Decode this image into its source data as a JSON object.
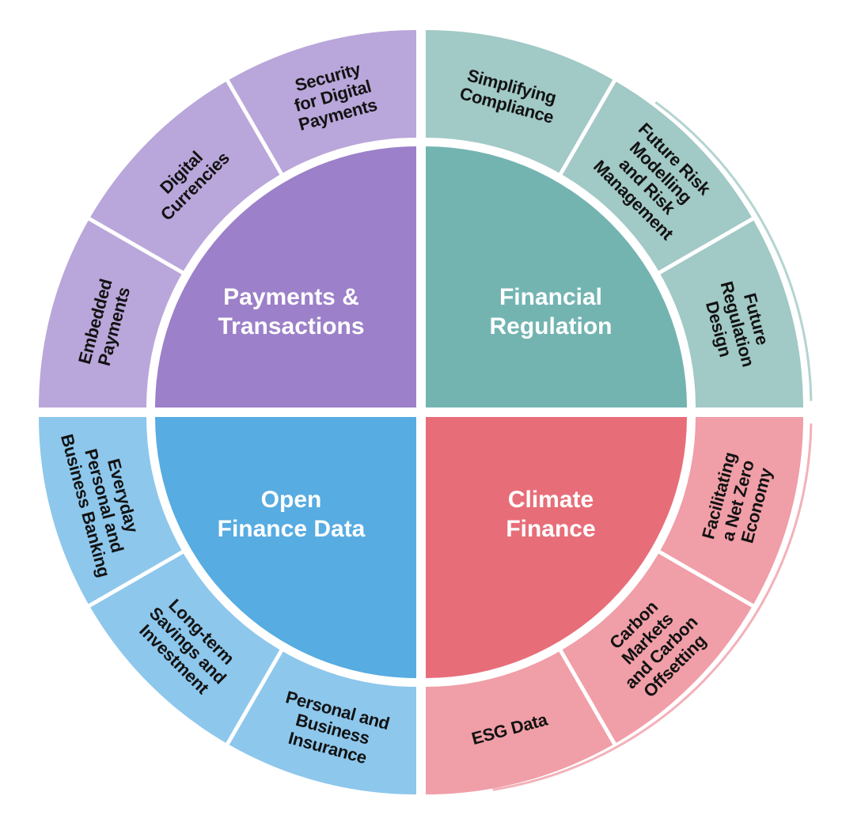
{
  "diagram": {
    "type": "quadrant-wheel",
    "background_color": "#ffffff",
    "center_label_color": "#ffffff",
    "segment_label_color": "#121212",
    "divider_color": "#ffffff",
    "quadrants": [
      {
        "id": "financial-regulation",
        "label": "Financial Regulation",
        "label_lines": [
          "Financial",
          "Regulation"
        ],
        "inner_color": "#73b4b1",
        "outer_color": "#a1c9c6",
        "start_angle": 0,
        "end_angle": 90,
        "decor_arc": [
          36,
          89
        ],
        "segments": [
          {
            "id": "simplifying-compliance",
            "label": "Simplifying Compliance",
            "label_lines": [
              "Simplifying",
              "Compliance"
            ],
            "start_angle": 0,
            "end_angle": 30
          },
          {
            "id": "future-risk-modelling-and-risk-management",
            "label": "Future Risk Modelling and Risk Management",
            "label_lines": [
              "Future Risk",
              "Modelling",
              "and Risk",
              "Management"
            ],
            "start_angle": 30,
            "end_angle": 60
          },
          {
            "id": "future-regulation-design",
            "label": "Future Regulation Design",
            "label_lines": [
              "Future",
              "Regulation",
              "Design"
            ],
            "start_angle": 60,
            "end_angle": 90
          }
        ]
      },
      {
        "id": "climate-finance",
        "label": "Climate Finance",
        "label_lines": [
          "Climate",
          "Finance"
        ],
        "inner_color": "#e76e79",
        "outer_color": "#f09ea7",
        "start_angle": 90,
        "end_angle": 180,
        "decor_arc": [
          91,
          171
        ],
        "segments": [
          {
            "id": "facilitating-a-net-zero-economy",
            "label": "Facilitating a Net Zero Economy",
            "label_lines": [
              "Facilitating",
              "a Net Zero",
              "Economy"
            ],
            "start_angle": 90,
            "end_angle": 120
          },
          {
            "id": "carbon-markets-and-carbon-offsetting",
            "label": "Carbon Markets and Carbon Offsetting",
            "label_lines": [
              "Carbon",
              "Markets",
              "and Carbon",
              "Offsetting"
            ],
            "start_angle": 120,
            "end_angle": 150
          },
          {
            "id": "esg-data",
            "label": "ESG Data",
            "label_lines": [
              "ESG Data"
            ],
            "start_angle": 150,
            "end_angle": 180
          }
        ]
      },
      {
        "id": "open-finance-data",
        "label": "Open Finance Data",
        "label_lines": [
          "Open",
          "Finance Data"
        ],
        "inner_color": "#57ace1",
        "outer_color": "#8dc7ec",
        "start_angle": 180,
        "end_angle": 270,
        "decor_arc": null,
        "segments": [
          {
            "id": "personal-and-business-insurance",
            "label": "Personal and Business Insurance",
            "label_lines": [
              "Personal and",
              "Business",
              "Insurance"
            ],
            "start_angle": 180,
            "end_angle": 210
          },
          {
            "id": "long-term-savings-and-investment",
            "label": "Long-term Savings and Investment",
            "label_lines": [
              "Long-term",
              "Savings and",
              "Investment"
            ],
            "start_angle": 210,
            "end_angle": 240
          },
          {
            "id": "everyday-personal-and-business-banking",
            "label": "Everyday Personal and Business Banking",
            "label_lines": [
              "Everyday",
              "Personal and",
              "Business Banking"
            ],
            "start_angle": 240,
            "end_angle": 270
          }
        ]
      },
      {
        "id": "payments-and-transactions",
        "label": "Payments & Transactions",
        "label_lines": [
          "Payments &",
          "Transactions"
        ],
        "inner_color": "#9c80c9",
        "outer_color": "#b9a6da",
        "start_angle": 270,
        "end_angle": 360,
        "decor_arc": null,
        "segments": [
          {
            "id": "embedded-payments",
            "label": "Embedded Payments",
            "label_lines": [
              "Embedded",
              "Payments"
            ],
            "start_angle": 270,
            "end_angle": 300
          },
          {
            "id": "digital-currencies",
            "label": "Digital Currencies",
            "label_lines": [
              "Digital",
              "Currencies"
            ],
            "start_angle": 300,
            "end_angle": 330
          },
          {
            "id": "security-for-digital-payments",
            "label": "Security for Digital Payments",
            "label_lines": [
              "Security",
              "for Digital",
              "Payments"
            ],
            "start_angle": 330,
            "end_angle": 360
          }
        ]
      }
    ]
  }
}
